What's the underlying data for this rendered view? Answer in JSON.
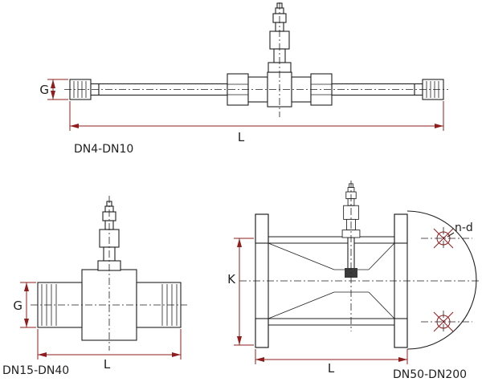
{
  "colors": {
    "line": "#1f1f1f",
    "dimension": "#8f1d1d",
    "background": "#ffffff"
  },
  "views": {
    "dn4_dn10": {
      "label": "DN4-DN10",
      "dims": {
        "g": "G",
        "l": "L"
      }
    },
    "dn15_dn40": {
      "label": "DN15-DN40",
      "dims": {
        "g": "G",
        "l": "L"
      }
    },
    "dn50_dn200": {
      "label": "DN50-DN200",
      "dims": {
        "k": "K",
        "l": "L",
        "bolt_holes": "n-d"
      }
    }
  }
}
